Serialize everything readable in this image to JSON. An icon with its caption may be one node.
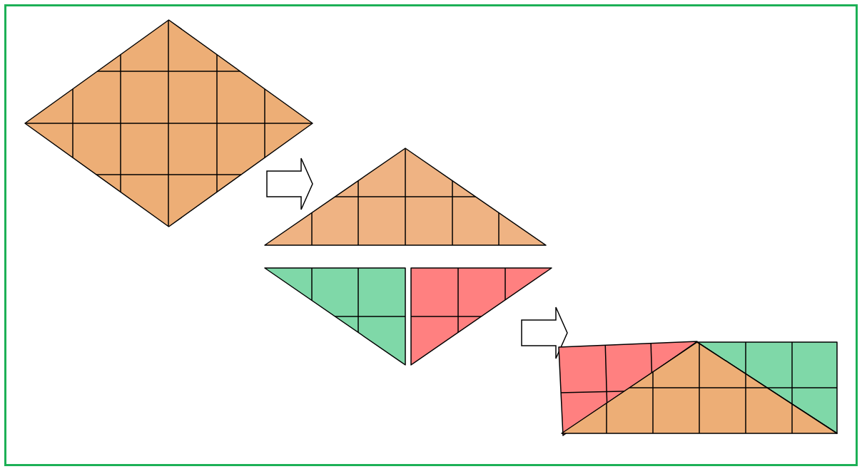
{
  "diagram": {
    "nodes": [
      {
        "text": [],
        "shape": "diamond"
      },
      {
        "text": [],
        "shape": "triangle"
      },
      {
        "text": [],
        "shape": "triangle"
      },
      {
        "text": [],
        "shape": "triangle"
      },
      {
        "text": [],
        "shape": "rectangle"
      }
    ],
    "edges": [
      {
        "from": 0,
        "to": 1,
        "arrow": "to"
      },
      {
        "from": 3,
        "to": 4,
        "arrow": "to"
      }
    ]
  }
}
